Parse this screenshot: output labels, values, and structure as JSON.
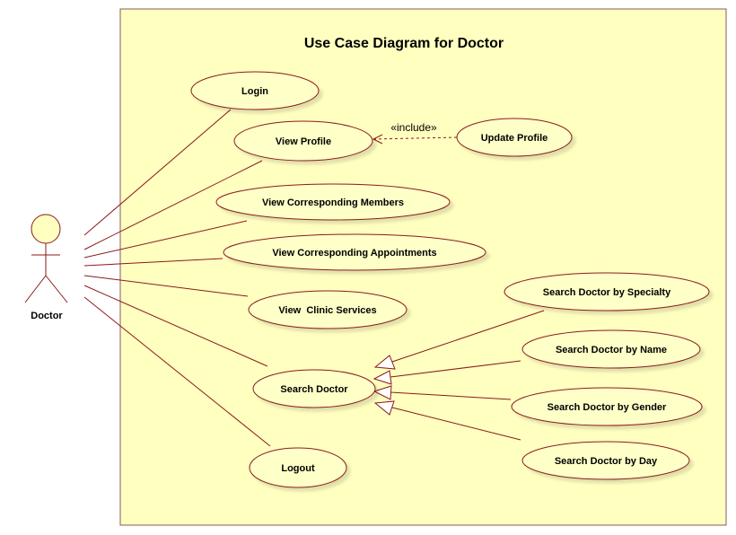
{
  "diagram": {
    "title": "Use Case Diagram for Doctor",
    "actor": {
      "name": "Doctor"
    },
    "include_label": "«include»",
    "use_cases": {
      "login": "Login",
      "view_profile": "View Profile",
      "update_profile": "Update Profile",
      "view_members": "View Corresponding Members",
      "view_appointments": "View Corresponding Appointments",
      "view_services": "View  Clinic Services",
      "search_doctor": "Search Doctor",
      "logout": "Logout",
      "search_specialty": "Search Doctor by Specialty",
      "search_name": "Search Doctor by Name",
      "search_gender": "Search Doctor by Gender",
      "search_day": "Search Doctor by Day"
    }
  },
  "colors": {
    "boundary_fill": "#FFFFC0",
    "boundary_stroke": "#8B5A5A",
    "usecase_fill": "#FFFFC8",
    "line": "#8B1A1A",
    "shadow": "#E0E0D0"
  }
}
